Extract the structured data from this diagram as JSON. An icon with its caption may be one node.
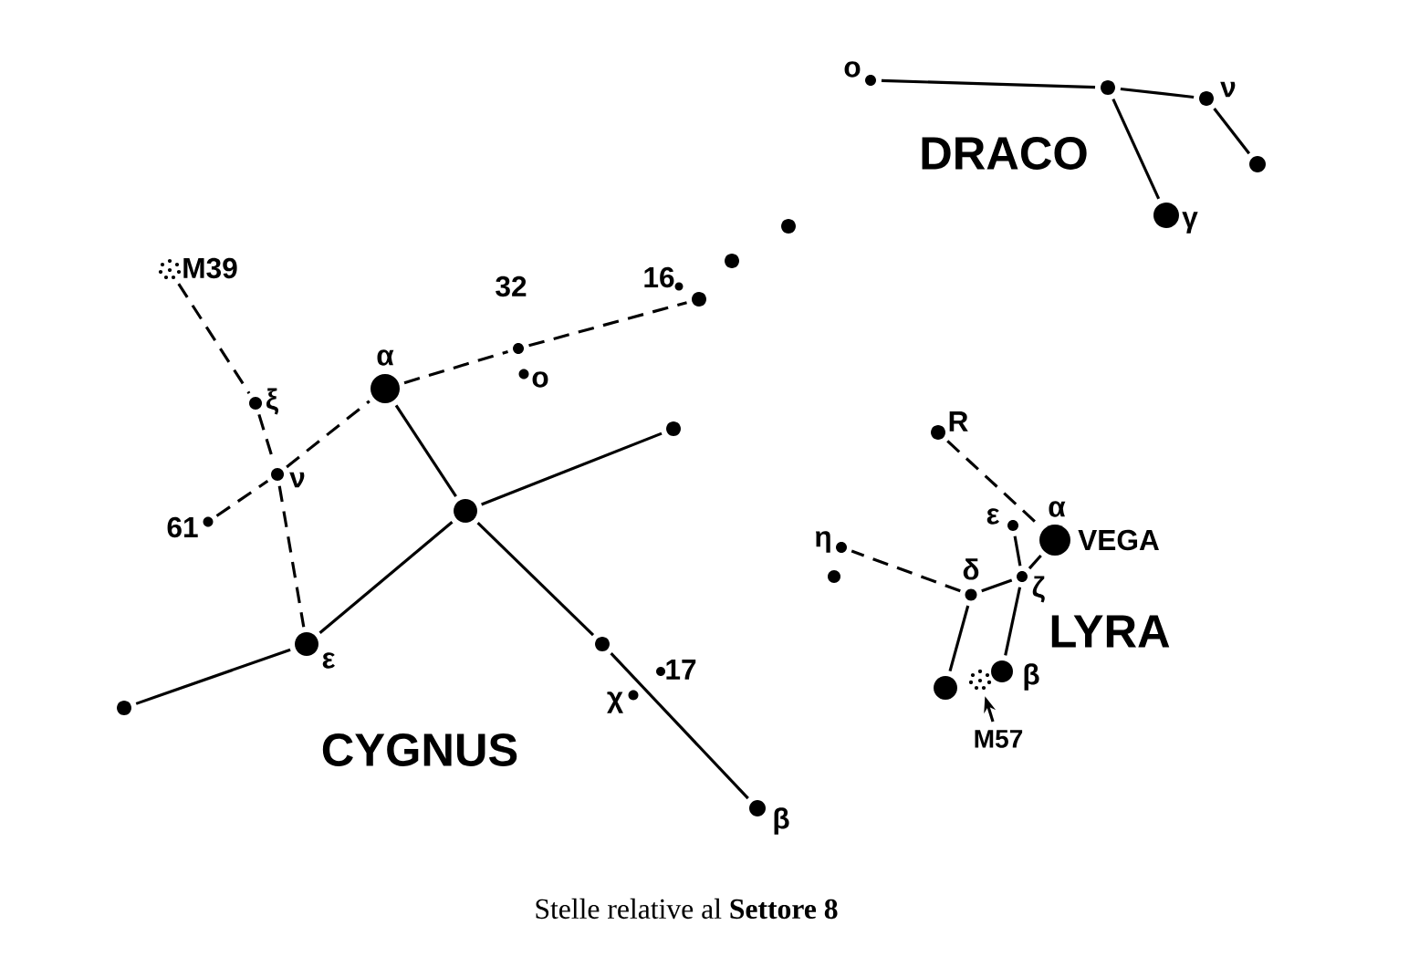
{
  "diagram": {
    "caption": "Stelle relative al **Settore 8**",
    "nodes": [
      {
        "text": [],
        "shape": "cloud",
        "beside": [
          "M39"
        ]
      },
      {
        "text": [],
        "shape": "circle",
        "beside": [
          "ξ"
        ]
      },
      {
        "text": [],
        "shape": "circle",
        "beside": [
          "ν"
        ]
      },
      {
        "text": [],
        "shape": "circle",
        "beside": [
          "61"
        ]
      },
      {
        "text": [],
        "shape": "circle",
        "beside": [
          "α"
        ]
      },
      {
        "text": [],
        "shape": "circle"
      },
      {
        "text": [],
        "shape": "circle",
        "beside": [
          "o"
        ]
      },
      {
        "text": [],
        "shape": "circle",
        "beside": [
          "16"
        ]
      },
      {
        "text": [],
        "shape": "circle"
      },
      {
        "text": [],
        "shape": "circle"
      },
      {
        "text": [],
        "shape": "circle"
      },
      {
        "text": [],
        "shape": "circle"
      },
      {
        "text": [],
        "shape": "circle"
      },
      {
        "text": [],
        "shape": "circle",
        "beside": [
          "ε"
        ]
      },
      {
        "text": [],
        "shape": "circle"
      },
      {
        "text": [],
        "shape": "circle"
      },
      {
        "text": [],
        "shape": "circle",
        "beside": [
          "17"
        ]
      },
      {
        "text": [],
        "shape": "circle",
        "beside": [
          "χ"
        ]
      },
      {
        "text": [],
        "shape": "circle",
        "beside": [
          "β"
        ]
      },
      {
        "text": [],
        "shape": "circle",
        "beside": [
          "ο"
        ]
      },
      {
        "text": [],
        "shape": "circle"
      },
      {
        "text": [],
        "shape": "circle",
        "beside": [
          "ν"
        ]
      },
      {
        "text": [],
        "shape": "circle"
      },
      {
        "text": [],
        "shape": "circle",
        "beside": [
          "γ"
        ]
      },
      {
        "text": [],
        "shape": "circle",
        "beside": [
          "R"
        ]
      },
      {
        "text": [],
        "shape": "circle",
        "beside": [
          "ε"
        ]
      },
      {
        "text": [],
        "shape": "circle",
        "beside": [
          "α",
          "VEGA"
        ]
      },
      {
        "text": [],
        "shape": "circle",
        "beside": [
          "ζ"
        ]
      },
      {
        "text": [],
        "shape": "circle",
        "beside": [
          "δ"
        ]
      },
      {
        "text": [],
        "shape": "circle",
        "beside": [
          "η"
        ]
      },
      {
        "text": [],
        "shape": "circle"
      },
      {
        "text": [],
        "shape": "circle"
      },
      {
        "text": [],
        "shape": "circle",
        "beside": [
          "β"
        ]
      },
      {
        "text": [],
        "shape": "cloud"
      },
      {
        "text": [
          "M57"
        ]
      }
    ],
    "edges": [
      {
        "from": 0,
        "to": 1,
        "arrow": "none",
        "style": "dashed"
      },
      {
        "from": 1,
        "to": 2,
        "arrow": "none",
        "style": "dashed"
      },
      {
        "from": 2,
        "to": 13,
        "arrow": "none",
        "style": "dashed"
      },
      {
        "from": 3,
        "to": 2,
        "arrow": "none",
        "style": "dashed"
      },
      {
        "from": 2,
        "to": 4,
        "arrow": "none",
        "style": "dashed"
      },
      {
        "from": 4,
        "to": 5,
        "arrow": "none",
        "style": "dashed"
      },
      {
        "from": 5,
        "to": 8,
        "arrow": "none",
        "style": "dashed"
      },
      {
        "from": 4,
        "to": 11,
        "arrow": "none"
      },
      {
        "from": 11,
        "to": 12,
        "arrow": "none"
      },
      {
        "from": 11,
        "to": 13,
        "arrow": "none"
      },
      {
        "from": 13,
        "to": 14,
        "arrow": "none"
      },
      {
        "from": 11,
        "to": 15,
        "arrow": "none"
      },
      {
        "from": 15,
        "to": 18,
        "arrow": "none"
      },
      {
        "from": 19,
        "to": 20,
        "arrow": "none"
      },
      {
        "from": 20,
        "to": 21,
        "arrow": "none"
      },
      {
        "from": 21,
        "to": 22,
        "arrow": "none"
      },
      {
        "from": 20,
        "to": 23,
        "arrow": "none"
      },
      {
        "from": 24,
        "to": 26,
        "arrow": "none",
        "style": "dashed"
      },
      {
        "from": 25,
        "to": 27,
        "arrow": "none"
      },
      {
        "from": 26,
        "to": 27,
        "arrow": "none"
      },
      {
        "from": 27,
        "to": 28,
        "arrow": "none"
      },
      {
        "from": 28,
        "to": 29,
        "arrow": "none",
        "style": "dashed"
      },
      {
        "from": 28,
        "to": 31,
        "arrow": "none"
      },
      {
        "from": 27,
        "to": 32,
        "arrow": "none"
      },
      {
        "from": 34,
        "to": 33,
        "arrow": "to"
      }
    ],
    "labels": [
      "32",
      "DRACO",
      "CYGNUS",
      "LYRA"
    ]
  }
}
